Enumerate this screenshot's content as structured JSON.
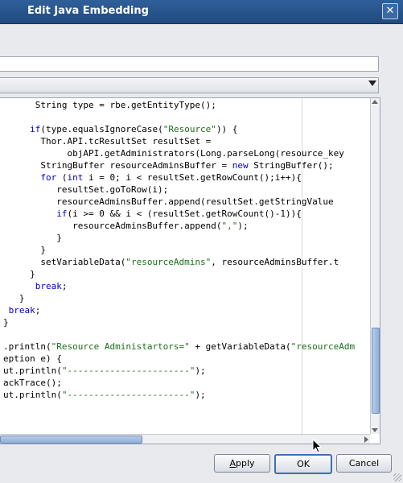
{
  "window": {
    "title": "Edit Java Embedding",
    "close_label": "✕"
  },
  "fields": {
    "text_value": "",
    "combo_value": ""
  },
  "code_lines": [
    [
      {
        "t": "      String type = rbe.getEntityType();"
      }
    ],
    [
      {
        "t": ""
      }
    ],
    [
      {
        "t": "     "
      },
      {
        "t": "if",
        "c": "kw"
      },
      {
        "t": "(type.equalsIgnoreCase("
      },
      {
        "t": "\"Resource\"",
        "c": "str"
      },
      {
        "t": ")) {"
      }
    ],
    [
      {
        "t": "       Thor.API.tcResultSet resultSet ="
      }
    ],
    [
      {
        "t": "            objAPI.getAdministrators(Long.parseLong(resource_key"
      }
    ],
    [
      {
        "t": "       StringBuffer resourceAdminsBuffer = "
      },
      {
        "t": "new",
        "c": "kw"
      },
      {
        "t": " StringBuffer();"
      }
    ],
    [
      {
        "t": "       "
      },
      {
        "t": "for",
        "c": "kw"
      },
      {
        "t": " ("
      },
      {
        "t": "int",
        "c": "kw"
      },
      {
        "t": " i = 0; i < resultSet.getRowCount();i++){"
      }
    ],
    [
      {
        "t": "          resultSet.goToRow(i);"
      }
    ],
    [
      {
        "t": "          resourceAdminsBuffer.append(resultSet.getStringValue"
      }
    ],
    [
      {
        "t": "          "
      },
      {
        "t": "if",
        "c": "kw"
      },
      {
        "t": "(i >= 0 && i < (resultSet.getRowCount()-1)){"
      }
    ],
    [
      {
        "t": "             resourceAdminsBuffer.append("
      },
      {
        "t": "\",\"",
        "c": "str"
      },
      {
        "t": ");"
      }
    ],
    [
      {
        "t": "          }"
      }
    ],
    [
      {
        "t": "       }"
      }
    ],
    [
      {
        "t": "       setVariableData("
      },
      {
        "t": "\"resourceAdmins\"",
        "c": "str"
      },
      {
        "t": ", resourceAdminsBuffer.t"
      }
    ],
    [
      {
        "t": "     }"
      }
    ],
    [
      {
        "t": "      "
      },
      {
        "t": "break",
        "c": "kw"
      },
      {
        "t": ";"
      }
    ],
    [
      {
        "t": "   }"
      }
    ],
    [
      {
        "t": " "
      },
      {
        "t": "break",
        "c": "kw"
      },
      {
        "t": ";"
      }
    ],
    [
      {
        "t": "}"
      }
    ],
    [
      {
        "t": ""
      }
    ],
    [
      {
        "t": ".println("
      },
      {
        "t": "\"Resource Administartors=\"",
        "c": "str"
      },
      {
        "t": " + getVariableData("
      },
      {
        "t": "\"resourceAdm",
        "c": "str"
      }
    ],
    [
      {
        "t": "eption e) {"
      }
    ],
    [
      {
        "t": "ut.println("
      },
      {
        "t": "\"-----------------------\"",
        "c": "str"
      },
      {
        "t": ");"
      }
    ],
    [
      {
        "t": "ackTrace();"
      }
    ],
    [
      {
        "t": "ut.println("
      },
      {
        "t": "\"-----------------------\"",
        "c": "str"
      },
      {
        "t": ");"
      }
    ]
  ],
  "buttons": {
    "apply_mnemonic": "A",
    "apply_rest": "pply",
    "ok_label": "OK",
    "cancel_label": "Cancel"
  },
  "colors": {
    "keyword": "#0000cc",
    "string": "#1b6d1b",
    "title_bar": "#2f5f9a"
  }
}
